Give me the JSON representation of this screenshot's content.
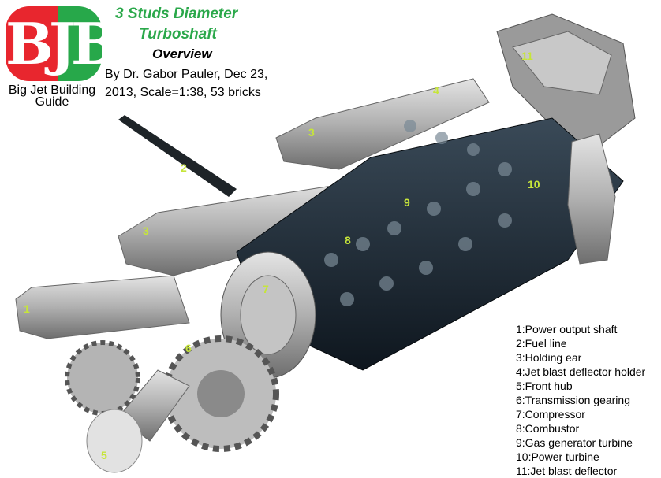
{
  "header": {
    "logo_text": "BJB",
    "logo_caption_line1": "Big Jet Building",
    "logo_caption_line2": "Guide",
    "title_line1": "3 Studs Diameter",
    "title_line2": "Turboshaft",
    "subtitle": "Overview",
    "byline_line1": "By Dr. Gabor Pauler, Dec 23,",
    "byline_line2": "2013, Scale=1:38, 53 bricks"
  },
  "colors": {
    "logo_red": "#e8262e",
    "logo_green": "#27a84a",
    "title_green": "#2aa84a",
    "callout_yellow": "#c6e53a",
    "body_dark": "#1c2630",
    "part_gray": "#a8a8a8"
  },
  "callouts": [
    "1",
    "2",
    "3",
    "3",
    "4",
    "5",
    "6",
    "7",
    "8",
    "9",
    "10",
    "11"
  ],
  "legend": [
    "1:Power output shaft",
    "2:Fuel line",
    "3:Holding ear",
    "4:Jet blast deflector holder",
    "5:Front hub",
    "6:Transmission gearing",
    "7:Compressor",
    "8:Combustor",
    "9:Gas generator turbine",
    "10:Power turbine",
    "11:Jet blast deflector"
  ]
}
